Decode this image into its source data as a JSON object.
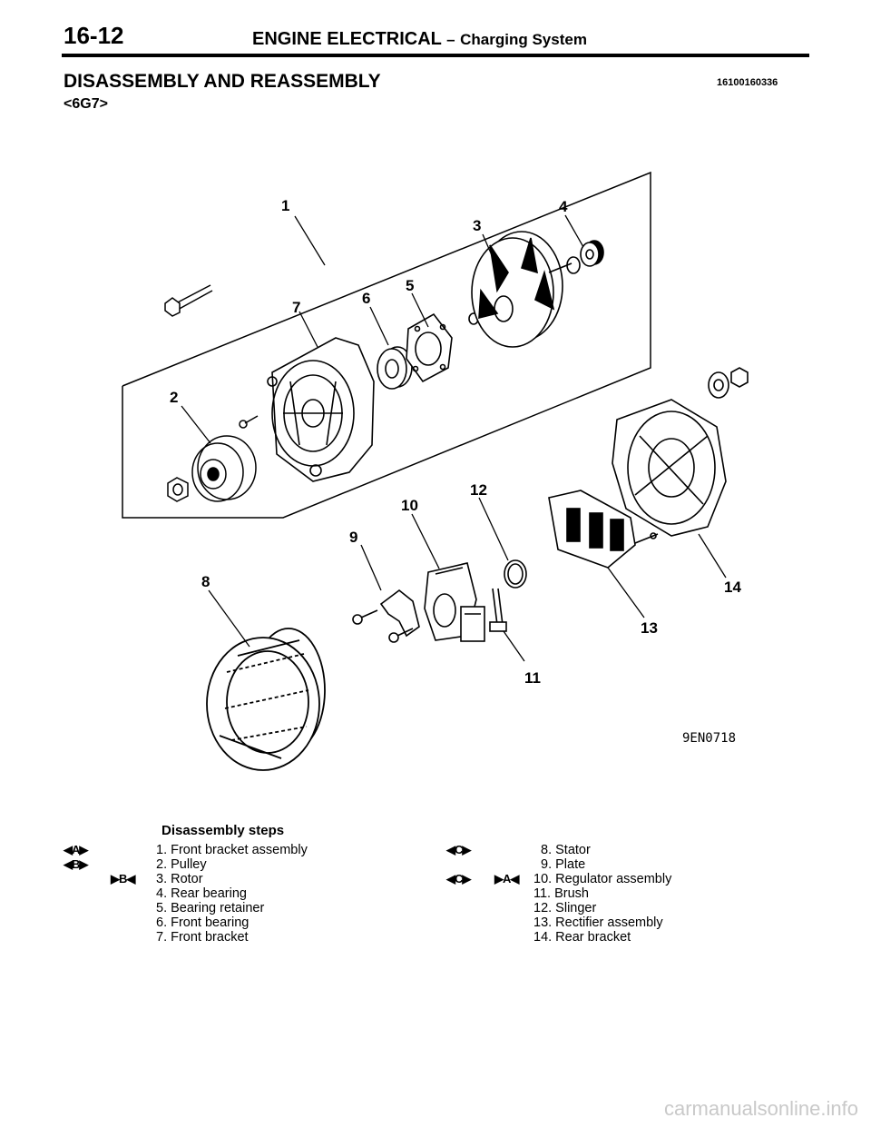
{
  "header": {
    "page_number": "16-12",
    "title": "ENGINE ELECTRICAL",
    "dash": "–",
    "subtitle": "Charging System"
  },
  "section": {
    "title": "DISASSEMBLY AND REASSEMBLY",
    "code": "16100160336",
    "variant": "<6G7>"
  },
  "figure": {
    "code": "9EN0718",
    "callouts": [
      "1",
      "2",
      "3",
      "4",
      "5",
      "6",
      "7",
      "8",
      "9",
      "10",
      "11",
      "12",
      "13",
      "14"
    ]
  },
  "steps": {
    "heading": "Disassembly steps",
    "left": [
      {
        "mark_left": "◀A▶",
        "mark_right": "",
        "text": "1. Front bracket assembly"
      },
      {
        "mark_left": "◀B▶",
        "mark_right": "",
        "text": "2. Pulley"
      },
      {
        "mark_left": "",
        "mark_right": "▶B◀",
        "text": "3. Rotor"
      },
      {
        "mark_left": "",
        "mark_right": "",
        "text": "4. Rear bearing"
      },
      {
        "mark_left": "",
        "mark_right": "",
        "text": "5. Bearing retainer"
      },
      {
        "mark_left": "",
        "mark_right": "",
        "text": "6. Front bearing"
      },
      {
        "mark_left": "",
        "mark_right": "",
        "text": "7. Front bracket"
      }
    ],
    "right": [
      {
        "mark_left": "◀C▶",
        "mark_right": "",
        "text": "8. Stator"
      },
      {
        "mark_left": "",
        "mark_right": "",
        "text": "9. Plate"
      },
      {
        "mark_left": "◀C▶",
        "mark_right": "▶A◀",
        "text": "10. Regulator assembly"
      },
      {
        "mark_left": "",
        "mark_right": "",
        "text": "11. Brush"
      },
      {
        "mark_left": "",
        "mark_right": "",
        "text": "12. Slinger"
      },
      {
        "mark_left": "",
        "mark_right": "",
        "text": "13. Rectifier assembly"
      },
      {
        "mark_left": "",
        "mark_right": "",
        "text": "14. Rear bracket"
      }
    ]
  },
  "watermark": "carmanualsonline.info"
}
